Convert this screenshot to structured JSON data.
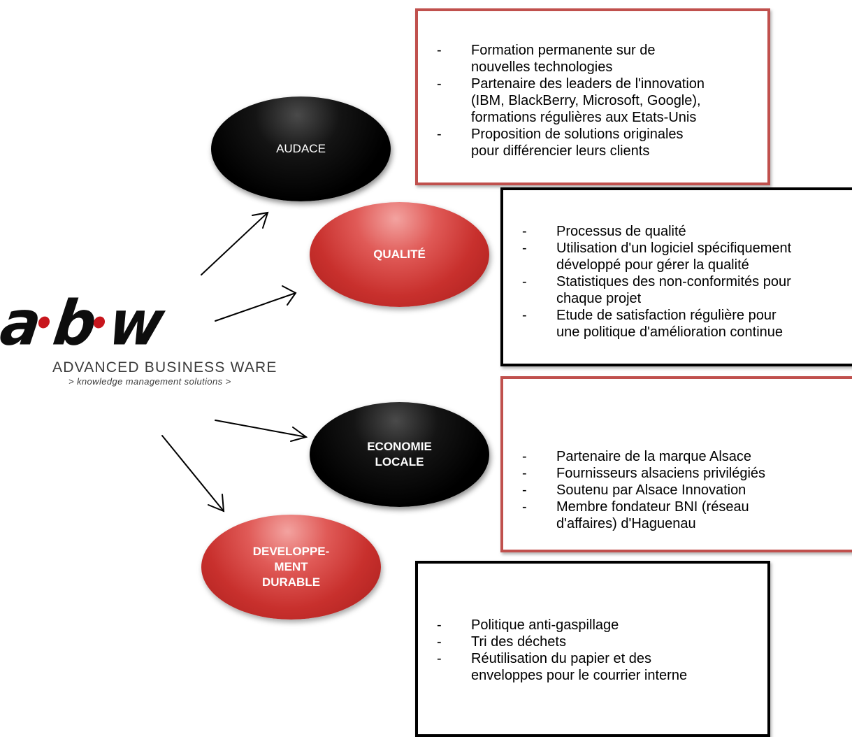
{
  "logo": {
    "mark_letters": [
      "a",
      "b",
      "w"
    ],
    "name": "ADVANCED BUSINESS WARE",
    "tagline": "> knowledge management solutions >"
  },
  "colors": {
    "red_accent": "#c0504d",
    "black": "#000000",
    "logo_dot_red": "#c8161d"
  },
  "ellipses": {
    "audace": {
      "label": "AUDACE",
      "color": "black"
    },
    "qualite": {
      "label": "QUALITÉ",
      "color": "red"
    },
    "economie": {
      "label_line1": "ECONOMIE",
      "label_line2": "LOCALE",
      "color": "black"
    },
    "developpement": {
      "label_line1": "DEVELOPPE-",
      "label_line2": "MENT",
      "label_line3": "DURABLE",
      "color": "red"
    }
  },
  "boxes": {
    "audace": {
      "border": "red",
      "items": [
        [
          "Formation permanente sur de",
          "nouvelles technologies"
        ],
        [
          "Partenaire des leaders de l'innovation",
          "(IBM, BlackBerry, Microsoft, Google),",
          "formations régulières aux Etats-Unis"
        ],
        [
          "Proposition de solutions originales",
          "pour différencier leurs clients"
        ]
      ]
    },
    "qualite": {
      "border": "black",
      "items": [
        [
          "Processus de qualité"
        ],
        [
          "Utilisation d'un logiciel spécifiquement",
          "développé pour gérer la qualité"
        ],
        [
          "Statistiques des non-conformités pour",
          "chaque projet"
        ],
        [
          "Etude de satisfaction régulière pour",
          "une politique d'amélioration continue"
        ]
      ]
    },
    "economie": {
      "border": "red",
      "items": [
        [
          "Partenaire de la marque Alsace"
        ],
        [
          "Fournisseurs alsaciens privilégiés"
        ],
        [
          "Soutenu par Alsace Innovation"
        ],
        [
          "Membre fondateur BNI (réseau",
          "d'affaires) d'Haguenau"
        ]
      ]
    },
    "developpement": {
      "border": "black",
      "items": [
        [
          "Politique anti-gaspillage"
        ],
        [
          "Tri des déchets"
        ],
        [
          "Réutilisation du papier et des",
          "enveloppes pour le courrier interne"
        ]
      ]
    }
  }
}
